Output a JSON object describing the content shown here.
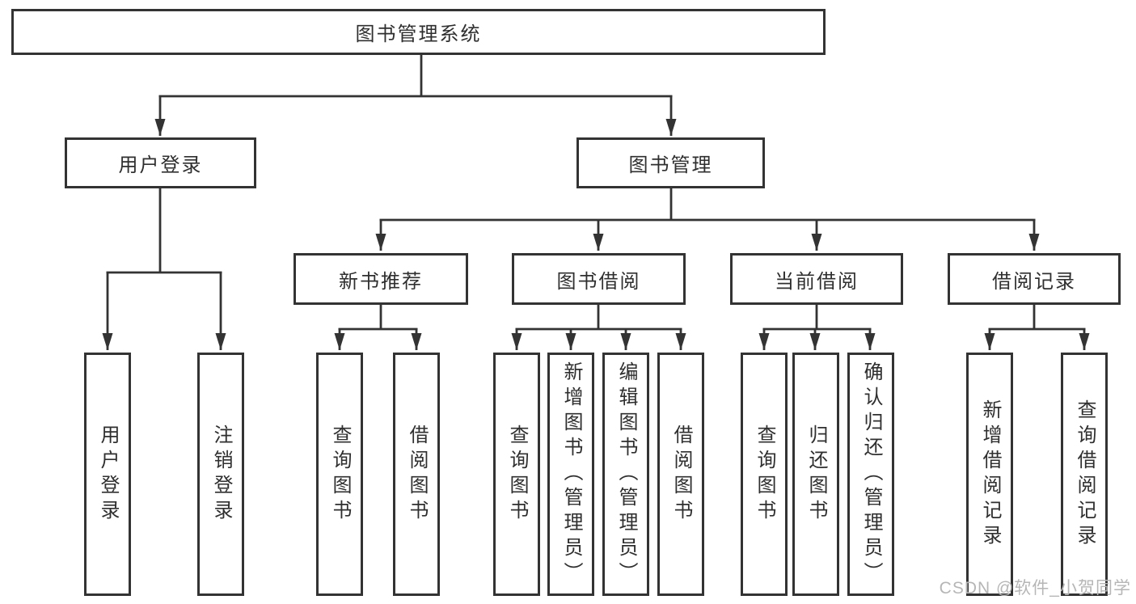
{
  "diagram": {
    "title": "图书管理系统",
    "colors": {
      "line": "#333333",
      "text": "#2f2f2f",
      "box_background": "#ffffff",
      "watermark_text": "#b6b6b6"
    },
    "tree": {
      "label": "图书管理系统",
      "children": [
        {
          "label": "用户登录",
          "children": [
            {
              "label": "用户登录"
            },
            {
              "label": "注销登录"
            }
          ]
        },
        {
          "label": "图书管理",
          "children": [
            {
              "label": "新书推荐",
              "children": [
                {
                  "label": "查询图书"
                },
                {
                  "label": "借阅图书"
                }
              ]
            },
            {
              "label": "图书借阅",
              "children": [
                {
                  "label": "查询图书"
                },
                {
                  "label": "新增图书（管理员）"
                },
                {
                  "label": "编辑图书（管理员）"
                },
                {
                  "label": "借阅图书"
                }
              ]
            },
            {
              "label": "当前借阅",
              "children": [
                {
                  "label": "查询图书"
                },
                {
                  "label": "归还图书"
                },
                {
                  "label": "确认归还（管理员）"
                }
              ]
            },
            {
              "label": "借阅记录",
              "children": [
                {
                  "label": "新增借阅记录"
                },
                {
                  "label": "查询借阅记录"
                }
              ]
            }
          ]
        }
      ]
    },
    "watermark": "CSDN @软件_小贺同学"
  }
}
